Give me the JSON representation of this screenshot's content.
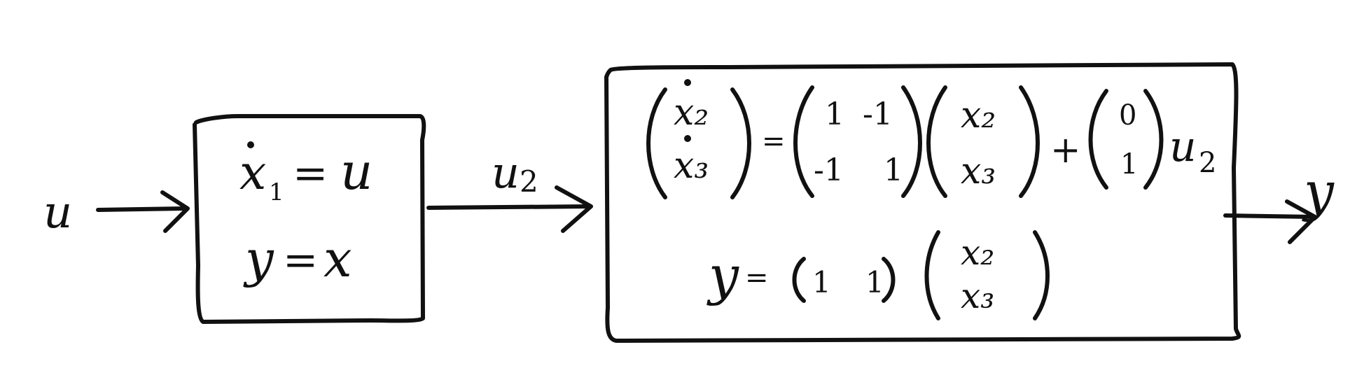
{
  "input_label": "u",
  "block1": {
    "eq1": {
      "lhs": "x",
      "sub": "1",
      "rhs": "u"
    },
    "eq2": {
      "lhs": "y",
      "rhs": "x"
    }
  },
  "intermediate_label": {
    "base": "u",
    "sub": "2"
  },
  "block2": {
    "state_vector": [
      "x₂",
      "x₃"
    ],
    "A_matrix": [
      [
        "1",
        "-1"
      ],
      [
        "-1",
        "1"
      ]
    ],
    "x_vector": [
      "x₂",
      "x₃"
    ],
    "B_vector": [
      "0",
      "1"
    ],
    "input": {
      "base": "u",
      "sub": "2"
    },
    "C_row": [
      "1",
      "1"
    ],
    "out_vector": [
      "x₂",
      "x₃"
    ],
    "output_var": "y"
  },
  "output_label": "y",
  "symbols": {
    "eq": "=",
    "plus": "+"
  }
}
